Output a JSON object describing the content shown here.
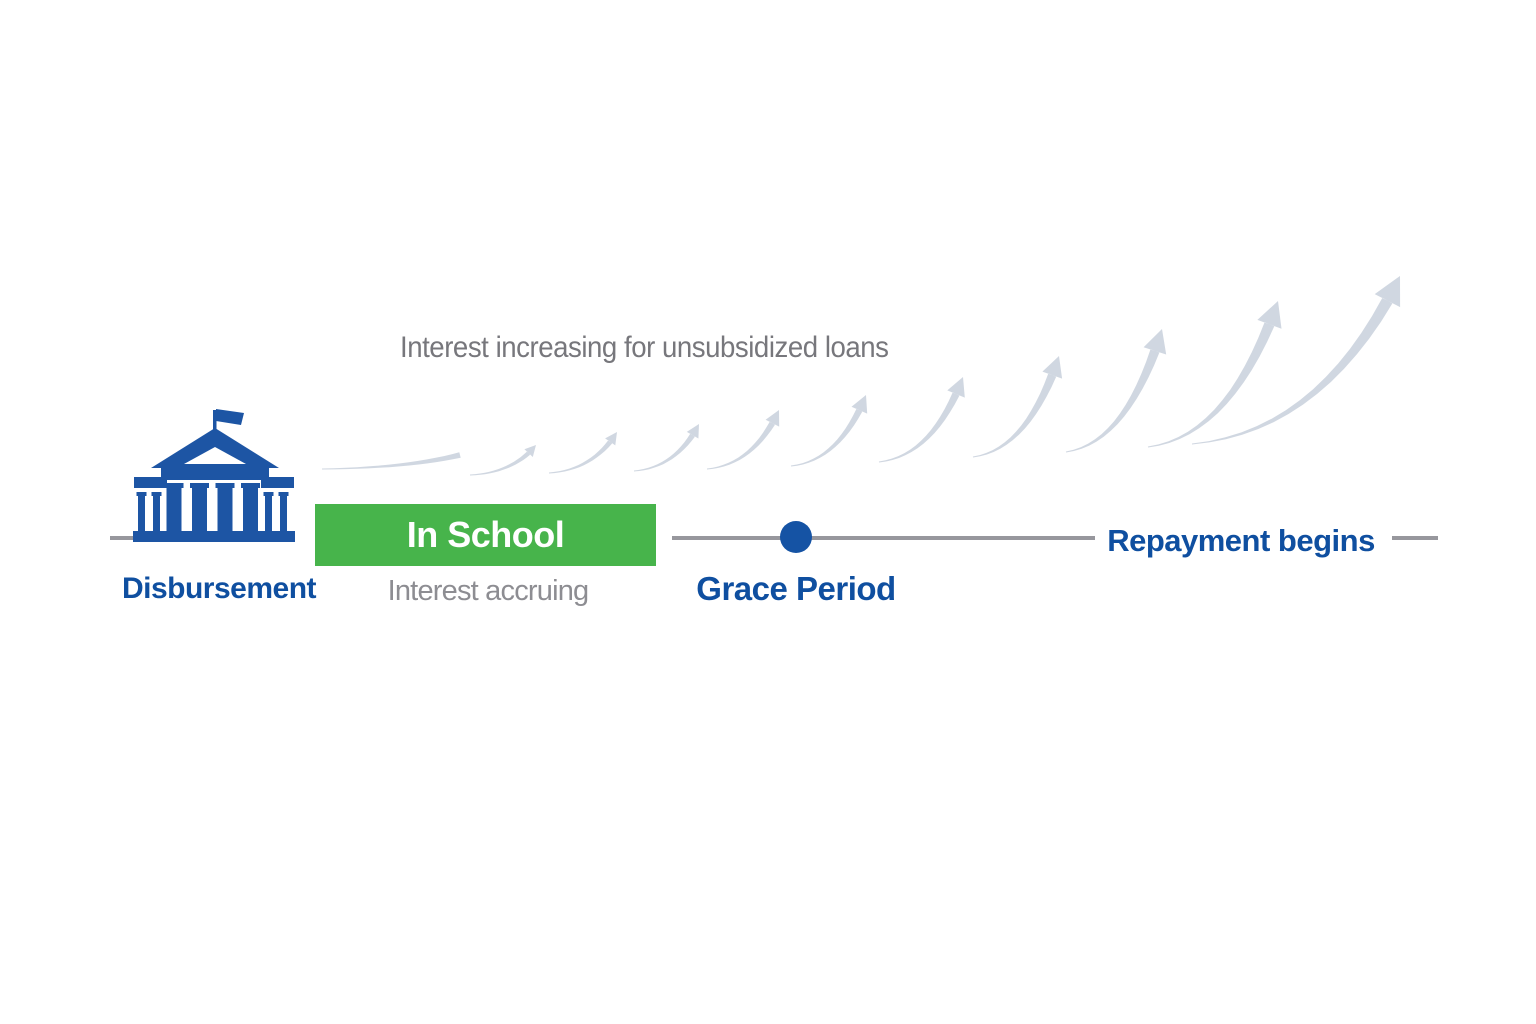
{
  "colors": {
    "brand_blue": "#1d55a4",
    "text_blue": "#0f4fa0",
    "green": "#47b44b",
    "white": "#ffffff",
    "heading_gray": "#77777c",
    "caption_gray": "#8d8d92",
    "line_gray": "#97979d",
    "dot_blue": "#1553a4",
    "arrow_gray": "#c9d1dd",
    "background": "#ffffff"
  },
  "annotation": {
    "interest_increasing": "Interest increasing for unsubsidized loans"
  },
  "timeline": {
    "disbursement": "Disbursement",
    "in_school": "In School",
    "interest_accruing": "Interest accruing",
    "grace_period": "Grace Period",
    "repayment_begins": "Repayment begins"
  },
  "icons": {
    "building": "university-building-icon",
    "arrows": "interest-growth-arrows",
    "dot": "grace-period-marker-dot"
  }
}
